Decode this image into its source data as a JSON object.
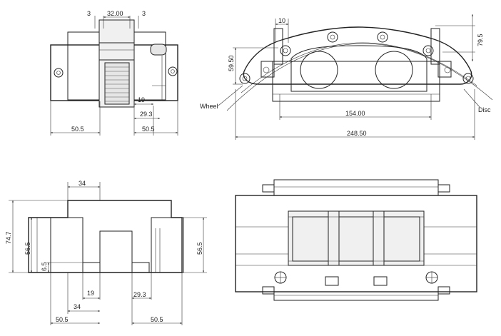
{
  "views": {
    "front_left": {
      "dims": {
        "left_gap": "3",
        "center_width": "32.00",
        "right_gap": "3",
        "inner_offset": "19",
        "inner_depth": "29.3",
        "left_width": "50.5",
        "right_width": "50.5"
      }
    },
    "side_profile": {
      "dims": {
        "hole_spacing": "10",
        "left_height": "59.50",
        "right_height": "79.5",
        "pad_length": "154.00",
        "overall_length": "248.50"
      },
      "labels": {
        "wheel": "Wheel",
        "disc": "Disc"
      }
    },
    "top_section": {
      "dims": {
        "top_width": "34",
        "overall_height": "74.7",
        "left_height": "56.5",
        "right_height": "56.5",
        "bottom_offset": "6.5",
        "inner_offset": "19",
        "inner_width": "34",
        "inner_depth": "29.3",
        "left_width": "50.5",
        "right_width": "50.5"
      }
    },
    "plan_view": {}
  }
}
